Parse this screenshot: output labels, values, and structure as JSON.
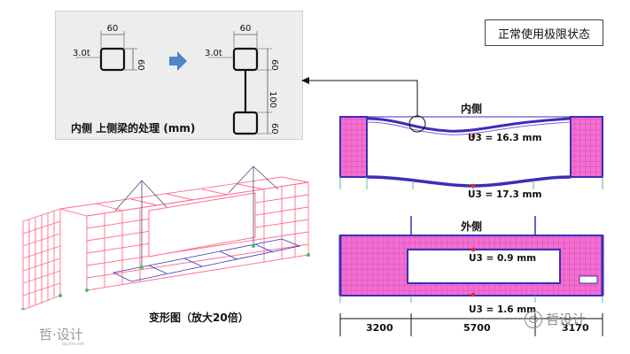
{
  "detail": {
    "caption": "内侧 上侧梁的处理 (mm)",
    "dim_width_left": "60",
    "dim_height_left": "60",
    "thickness_left": "3.0t",
    "dim_width_right": "60",
    "dim_top_right": "60",
    "dim_mid_right": "100",
    "dim_bot_right": "60",
    "thickness_right": "3.0t"
  },
  "state_title": "正常使用极限状态",
  "inner": {
    "label": "内侧",
    "u3_top": "U3 = 16.3 mm",
    "u3_bottom": "U3 = 17.3 mm"
  },
  "outer": {
    "label": "外侧",
    "u3_top": "U3 = 0.9 mm",
    "u3_bottom": "U3 = 1.6 mm"
  },
  "dimensions": [
    "3200",
    "5700",
    "3170"
  ],
  "deform_caption": "变形图（放大20倍）",
  "watermark_left": "哲·设计",
  "watermark_left_url": "quzhe.net",
  "watermark_right": "哲设计",
  "colors": {
    "wall_fill": "#f26fd0",
    "frame": "#3a2fb8",
    "mesh": "#ff6d8c",
    "gray_box": "#ededed",
    "arrow_blue": "#4e86c6",
    "marker": "#e8262c"
  }
}
